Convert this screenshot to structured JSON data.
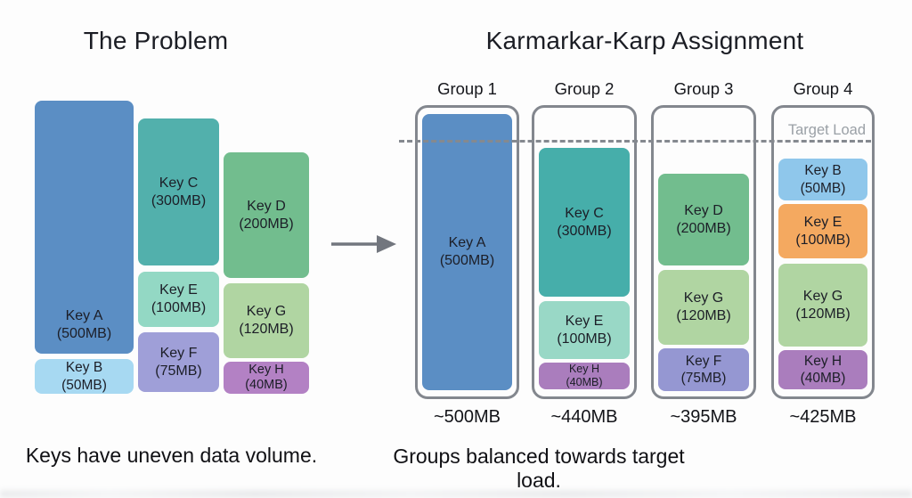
{
  "problem": {
    "title": "The Problem",
    "caption": "Keys have uneven data volume.",
    "blocks": {
      "a": {
        "name": "Key A",
        "size": "(500MB)",
        "color": "#5b8ec4"
      },
      "b": {
        "name": "Key B",
        "size": "(50MB)",
        "color": "#a7d9f2"
      },
      "c": {
        "name": "Key C",
        "size": "(300MB)",
        "color": "#52b0ac"
      },
      "d": {
        "name": "Key D",
        "size": "(200MB)",
        "color": "#72bd8e"
      },
      "e": {
        "name": "Key E",
        "size": "(100MB)",
        "color": "#93d8c4"
      },
      "f": {
        "name": "Key F",
        "size": "(75MB)",
        "color": "#9f9fd8"
      },
      "g": {
        "name": "Key G",
        "size": "(120MB)",
        "color": "#b0d5a2"
      },
      "h": {
        "name": "Key H",
        "size": "(40MB)",
        "color": "#b381c4"
      }
    }
  },
  "arrow": {
    "icon": "arrow-right",
    "color": "#72767e"
  },
  "assignment": {
    "title": "Karmarkar-Karp Assignment",
    "caption": "Groups balanced towards target load.",
    "target_load_label": "Target Load",
    "groups": [
      {
        "label": "Group 1",
        "total": "~500MB",
        "blocks": [
          {
            "name": "Key A",
            "size": "(500MB)",
            "color": "#5b8ec4"
          }
        ]
      },
      {
        "label": "Group 2",
        "total": "~440MB",
        "blocks": [
          {
            "name": "Key C",
            "size": "(300MB)",
            "color": "#46aeaa"
          },
          {
            "name": "Key E",
            "size": "(100MB)",
            "color": "#99d8c6"
          },
          {
            "name": "Key H",
            "size": "(40MB)",
            "color": "#aa7dbd"
          }
        ]
      },
      {
        "label": "Group 3",
        "total": "~395MB",
        "blocks": [
          {
            "name": "Key D",
            "size": "(200MB)",
            "color": "#72bd8e"
          },
          {
            "name": "Key G",
            "size": "(120MB)",
            "color": "#b0d5a2"
          },
          {
            "name": "Key F",
            "size": "(75MB)",
            "color": "#9597d2"
          }
        ]
      },
      {
        "label": "Group 4",
        "total": "~425MB",
        "blocks": [
          {
            "name": "Key B",
            "size": "(50MB)",
            "color": "#8fc7eb"
          },
          {
            "name": "Key E",
            "size": "(100MB)",
            "color": "#f4a960"
          },
          {
            "name": "Key G",
            "size": "(120MB)",
            "color": "#b0d5a2"
          },
          {
            "name": "Key H",
            "size": "(40MB)",
            "color": "#aa7dbd"
          }
        ]
      }
    ]
  }
}
